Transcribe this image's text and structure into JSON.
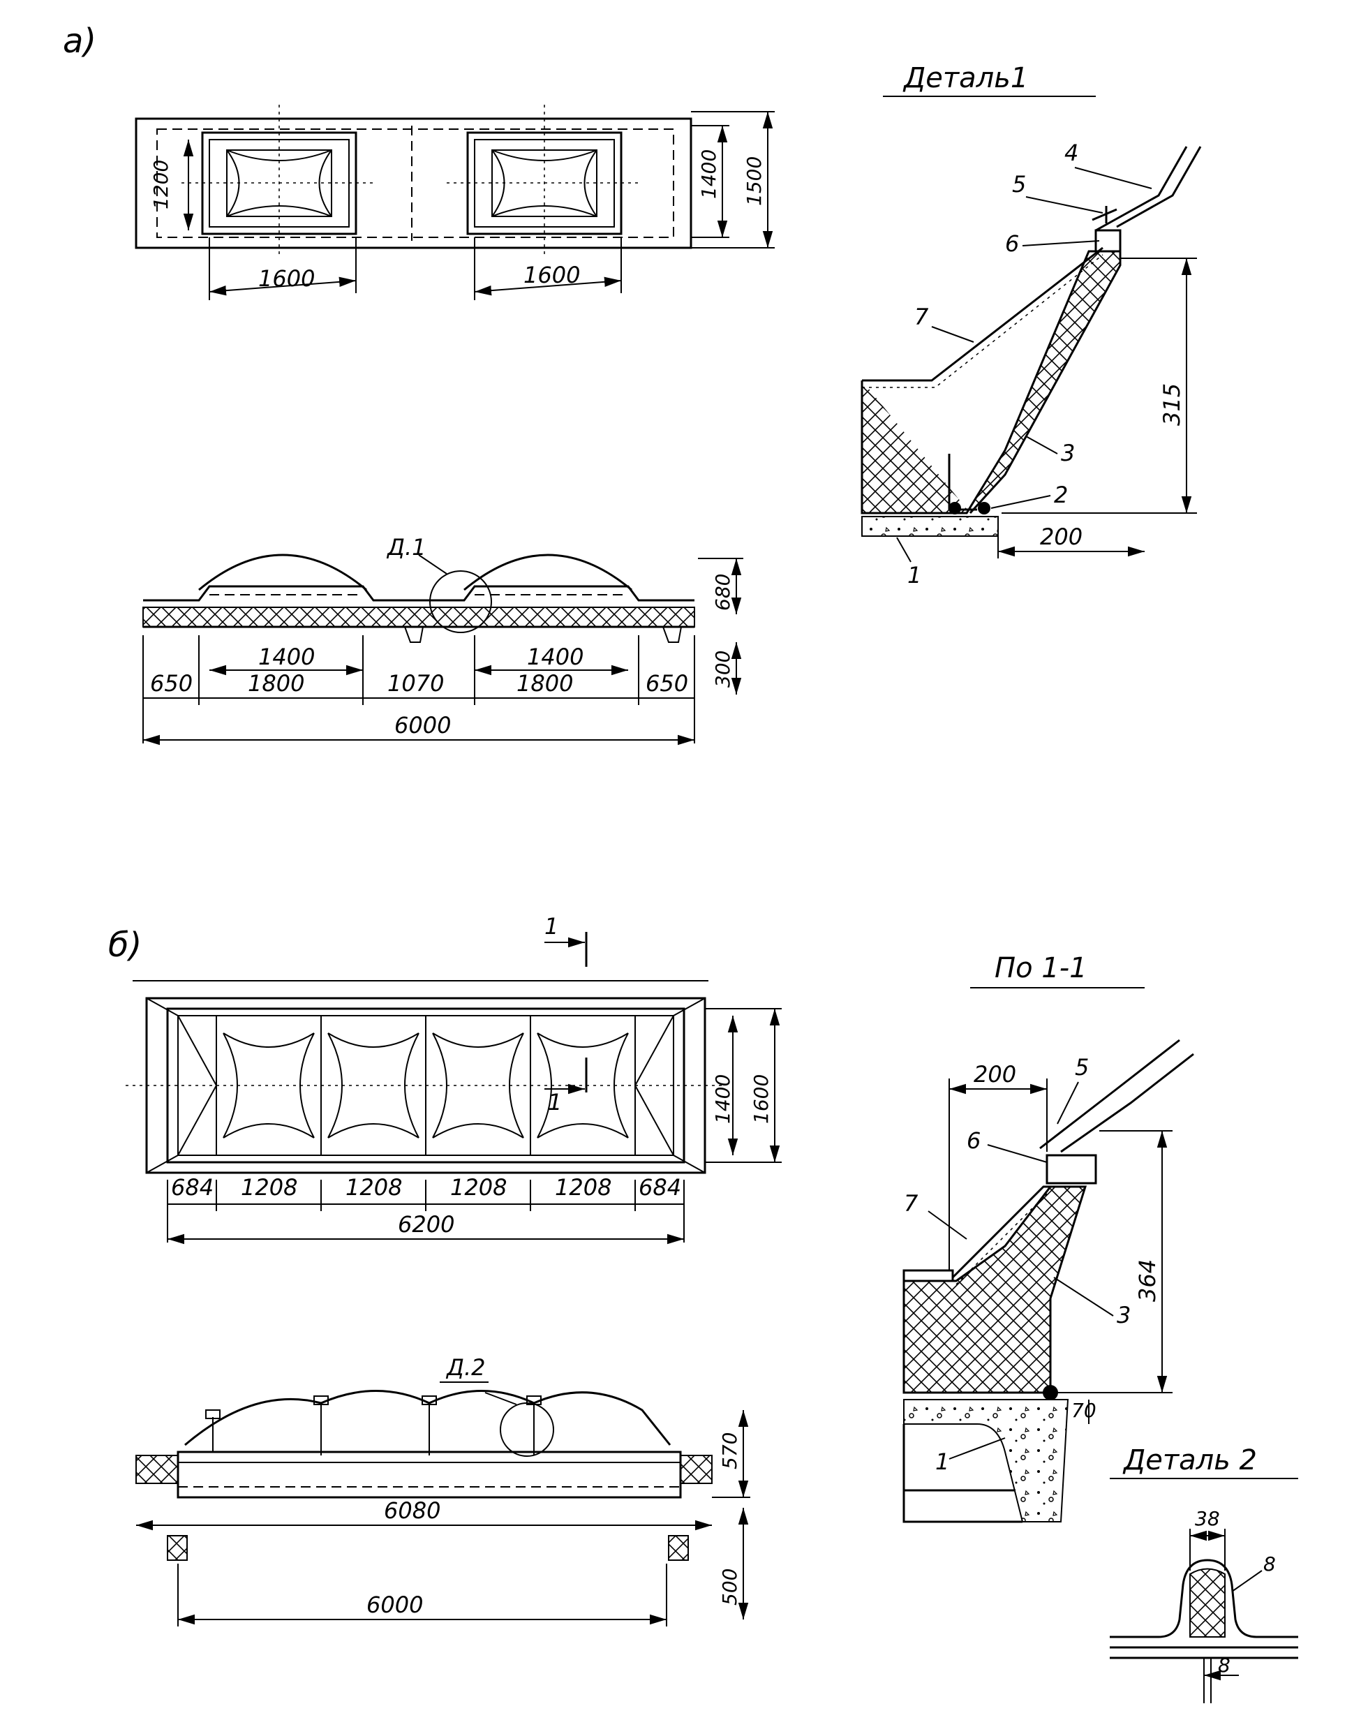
{
  "fig_a": {
    "label": "а)",
    "plan": {
      "dim_w1": "1600",
      "dim_w2": "1600",
      "dim_h1": "1200",
      "dim_h2": "1400",
      "dim_h3": "1500"
    },
    "section": {
      "detail_mark": "Д.1",
      "dim_height": "680",
      "dim_base": "300",
      "dims_inner": [
        "1400",
        "1400"
      ],
      "dims_bottom": [
        "650",
        "1800",
        "1070",
        "1800",
        "650"
      ],
      "dim_total": "6000"
    },
    "detail": {
      "title": "Деталь1",
      "callouts": [
        "1",
        "2",
        "3",
        "4",
        "5",
        "6",
        "7"
      ],
      "dim_height": "315",
      "dim_width": "200"
    }
  },
  "fig_b": {
    "label": "б)",
    "plan": {
      "cut_mark": "1",
      "dims_bottom": [
        "684",
        "1208",
        "1208",
        "1208",
        "1208",
        "684"
      ],
      "dim_total": "6200",
      "dim_h1": "1400",
      "dim_h2": "1600"
    },
    "section": {
      "detail_mark": "Д.2",
      "dim_height": "570",
      "dim_inner": "6080",
      "dim_base": "500",
      "dim_total": "6000"
    },
    "cut": {
      "title": "По 1-1",
      "callouts": [
        "1",
        "3",
        "5",
        "6",
        "7"
      ],
      "dim_width": "200",
      "dim_height": "364",
      "dim_offset": "70"
    },
    "detail2": {
      "title": "Деталь 2",
      "dim_top": "38",
      "dim_bottom": "8",
      "callout": "8"
    }
  }
}
